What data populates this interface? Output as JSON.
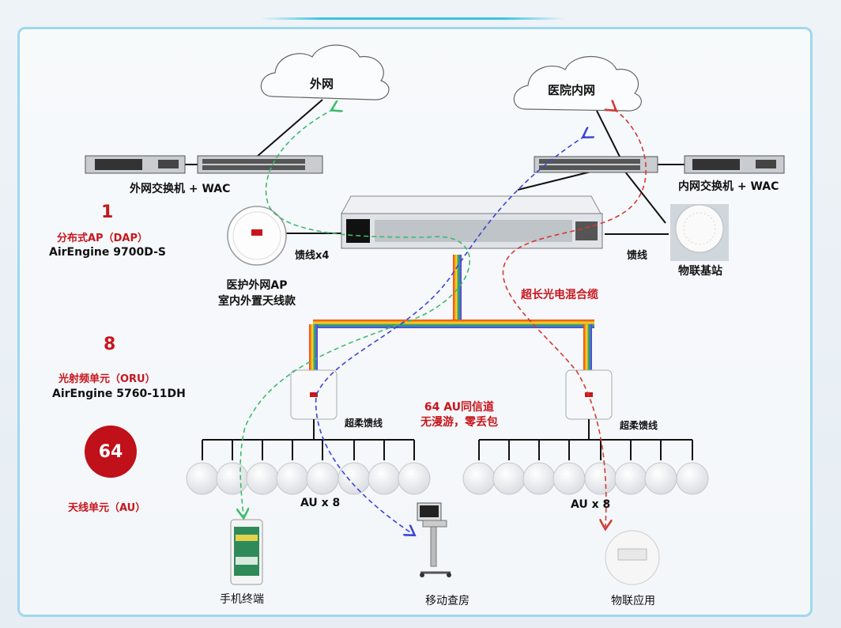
{
  "clouds": {
    "external": "外网",
    "hospital": "医院内网"
  },
  "switches": {
    "external_label": "外网交换机 + WAC",
    "internal_label": "内网交换机 + WAC"
  },
  "feeders": {
    "feeder_x4": "馈线x4",
    "feeder": "馈线",
    "soft_left": "超柔馈线",
    "soft_right": "超柔馈线"
  },
  "devices": {
    "external_ap_line1": "医护外网AP",
    "external_ap_line2": "室内外置天线款",
    "iot_base": "物联基站",
    "hybrid_cable": "超长光电混合缆",
    "au_left": "AU x 8",
    "au_right": "AU x 8",
    "au_center_line1": "64 AU同信道",
    "au_center_line2": "无漫游，零丢包",
    "terminal_phone": "手机终端",
    "terminal_cart": "移动查房",
    "terminal_iot": "物联应用"
  },
  "legend": {
    "dap_count": "1",
    "dap_title": "分布式AP（DAP）",
    "dap_model": "AirEngine 9700D-S",
    "oru_count": "8",
    "oru_title": "光射频单元（ORU）",
    "oru_model": "AirEngine 5760-11DH",
    "au_count": "64",
    "au_title": "天线单元（AU）"
  },
  "colors": {
    "accent_red": "#c8161d",
    "frame": "#9fd8ee",
    "path_green": "#3dbb6a",
    "path_blue": "#3b46d6",
    "path_red": "#d23a32"
  }
}
